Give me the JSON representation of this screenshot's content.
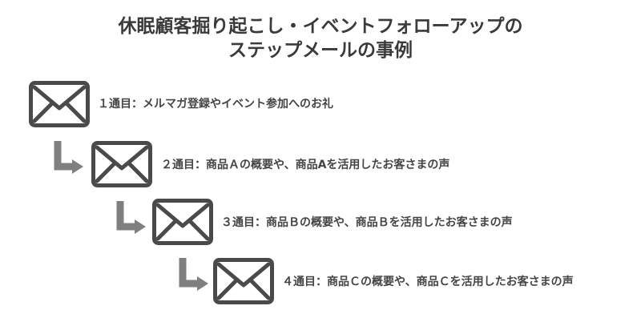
{
  "title": {
    "line1": "休眠顧客掘り起こし・イベントフォローアップの",
    "line2": "ステップメールの事例"
  },
  "colors": {
    "icon": "#4a4a4a",
    "arrow": "#7f7f7f",
    "text": "#444444"
  },
  "steps": [
    {
      "label": "１通目：メルマガ登録やイベント参加へのお礼",
      "icon": "envelope-icon"
    },
    {
      "label": "２通目：商品Ａの概要や、商品Aを活用したお客さまの声",
      "icon": "envelope-icon"
    },
    {
      "label": "３通目：商品Ｂの概要や、商品Ｂを活用したお客さまの声",
      "icon": "envelope-icon"
    },
    {
      "label": "４通目：商品Ｃの概要や、商品Ｃを活用したお客さまの声",
      "icon": "envelope-icon"
    }
  ]
}
